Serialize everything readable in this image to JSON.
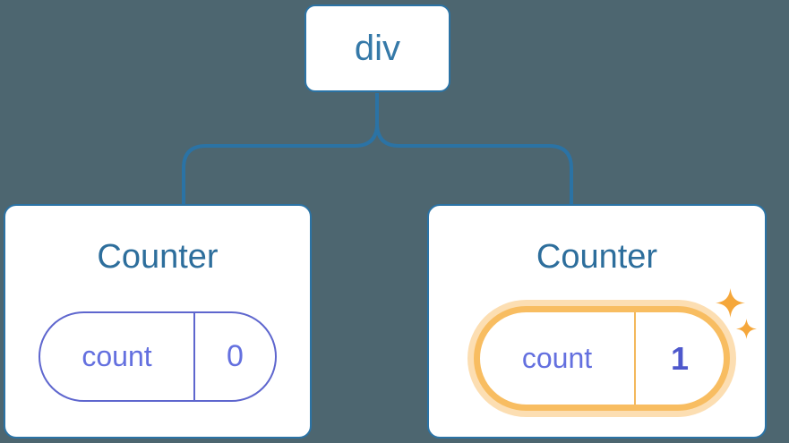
{
  "diagram": {
    "root": {
      "label": "div"
    },
    "counters": [
      {
        "title": "Counter",
        "state": {
          "label": "count",
          "value": "0"
        },
        "highlighted": false
      },
      {
        "title": "Counter",
        "state": {
          "label": "count",
          "value": "1"
        },
        "highlighted": true
      }
    ],
    "icons": {
      "sparkles_big": "sparkle-icon",
      "sparkles_small": "sparkle-icon"
    },
    "colors": {
      "background": "#4D6670",
      "connector_blue": "#2B73A5",
      "node_text_blue": "#3579A8",
      "counter_title_blue": "#2D6E9C",
      "pill_border_purple": "#5E66CE",
      "pill_text_purple": "#6470DF",
      "pill_value_highlight_purple": "#4E58CC",
      "highlight_border_orange": "#F8BD61",
      "highlight_glow_orange": "#FCDEB2",
      "sparkle_orange": "#F5A73B",
      "card_background": "#FFFFFF"
    }
  }
}
